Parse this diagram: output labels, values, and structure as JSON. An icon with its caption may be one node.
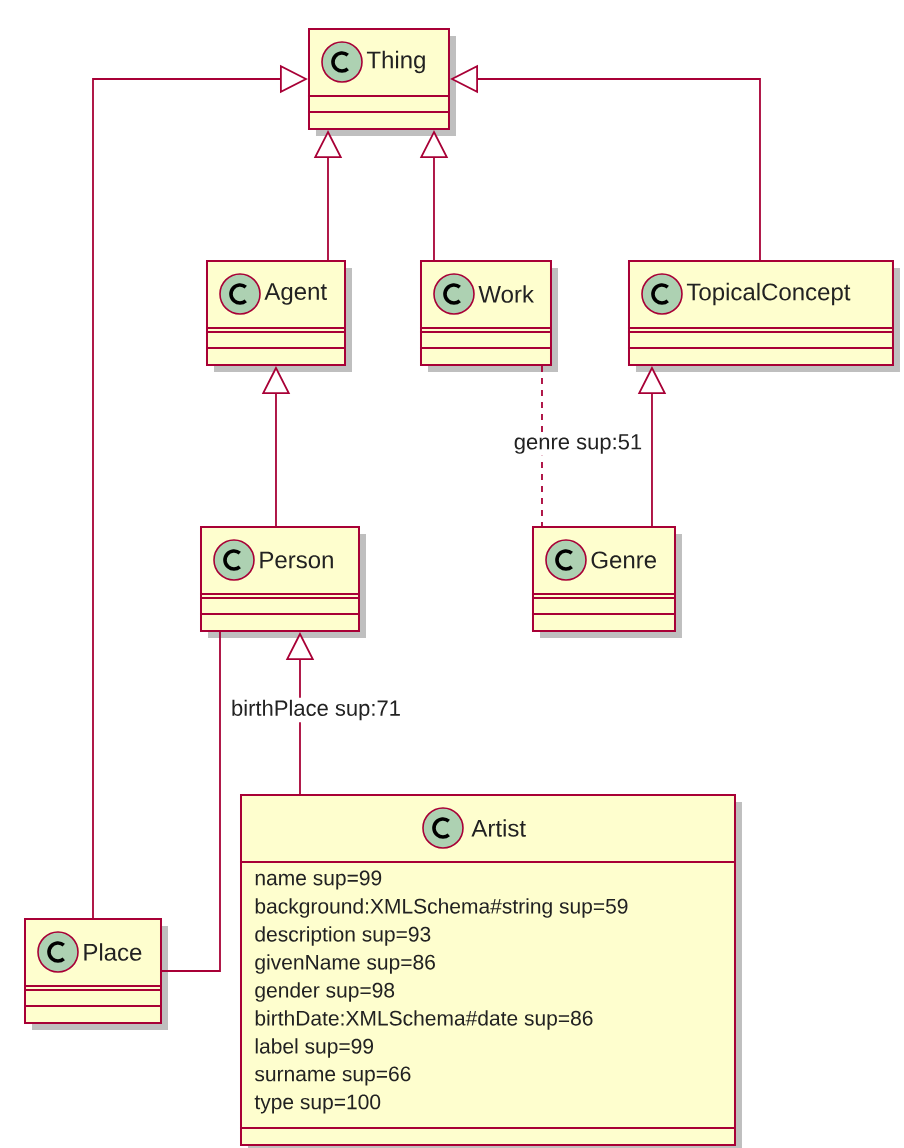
{
  "diagram": {
    "nodes": [
      {
        "text": [
          "Thing"
        ]
      },
      {
        "text": [
          "Agent"
        ]
      },
      {
        "text": [
          "Work"
        ]
      },
      {
        "text": [
          "TopicalConcept"
        ]
      },
      {
        "text": [
          "Person"
        ]
      },
      {
        "text": [
          "Genre"
        ]
      },
      {
        "text": [
          "Place"
        ]
      },
      {
        "text": [
          "Artist",
          "name sup=99",
          "background:XMLSchema#string sup=59",
          "description sup=93",
          "givenName sup=86",
          "gender sup=98",
          "birthDate:XMLSchema#date sup=86",
          "label sup=99",
          "surname sup=66",
          "type sup=100"
        ]
      }
    ],
    "edges": [
      {
        "from": 6,
        "to": 0,
        "arrow": "to"
      },
      {
        "from": 1,
        "to": 0,
        "arrow": "to"
      },
      {
        "from": 2,
        "to": 0,
        "arrow": "to"
      },
      {
        "from": 3,
        "to": 0,
        "arrow": "to"
      },
      {
        "from": 4,
        "to": 1,
        "arrow": "to"
      },
      {
        "from": 5,
        "to": 3,
        "arrow": "to"
      },
      {
        "from": 2,
        "to": 5,
        "arrow": "none",
        "style": "dashed",
        "label": "genre sup:51"
      },
      {
        "from": 7,
        "to": 4,
        "arrow": "to"
      },
      {
        "from": 4,
        "to": 6,
        "arrow": "none",
        "label": "birthPlace sup:71"
      }
    ]
  }
}
